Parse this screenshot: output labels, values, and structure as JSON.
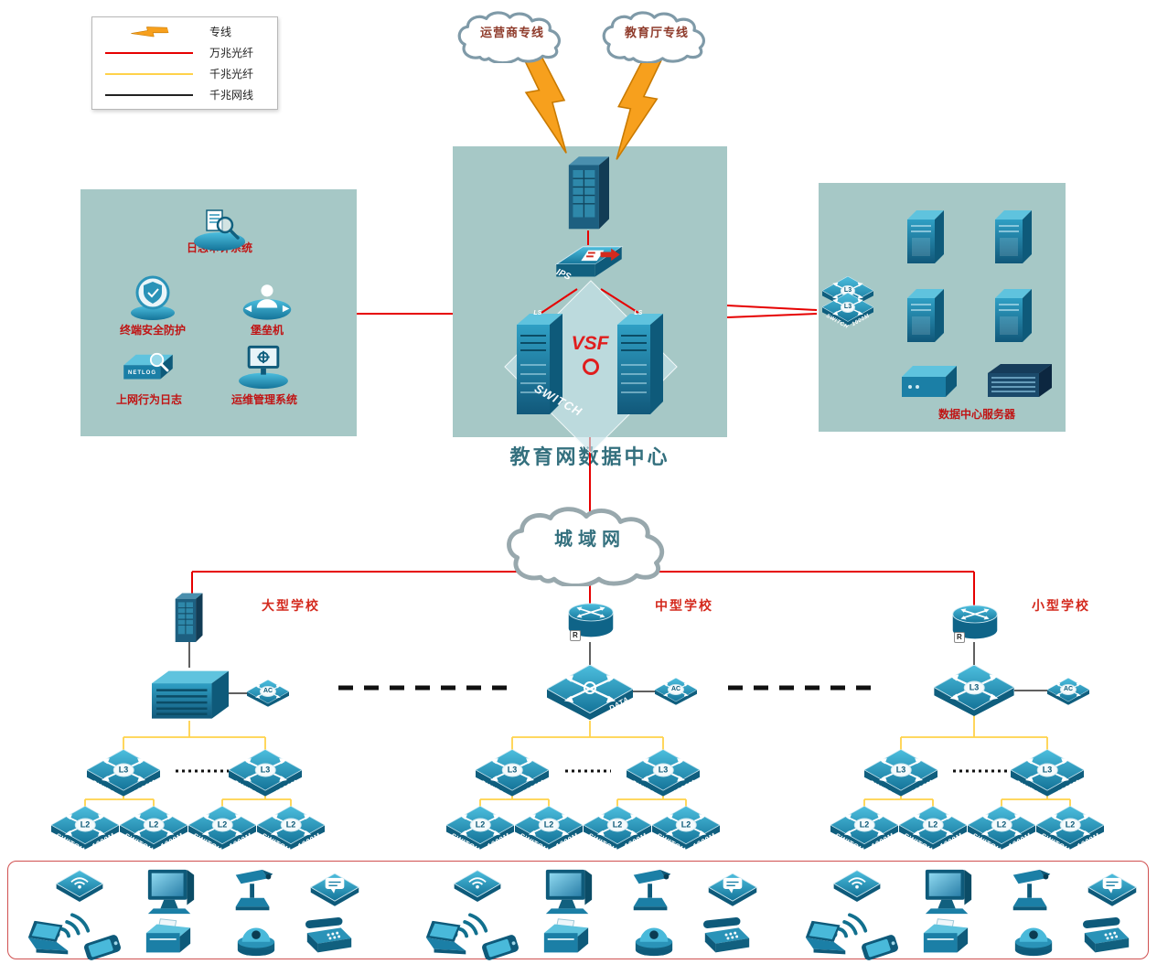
{
  "legend": {
    "items": [
      {
        "label": "专线",
        "type": "lightning"
      },
      {
        "label": "万兆光纤",
        "color": "#e60000"
      },
      {
        "label": "千兆光纤",
        "color": "#ffd24a"
      },
      {
        "label": "千兆网线",
        "color": "#222222"
      }
    ]
  },
  "clouds": {
    "isp": "运营商专线",
    "edu": "教育厅专线",
    "man": "城域网"
  },
  "datacenter": {
    "title": "教育网数据中心",
    "vsf": "VSF",
    "switch": "SWITCH",
    "ips": "IPS",
    "ls": "LS"
  },
  "security_zone": {
    "items": [
      "日志审计系统",
      "终端安全防护",
      "堡垒机",
      "上网行为日志",
      "运维管理系统"
    ],
    "netlog": "NETLOG"
  },
  "server_zone": {
    "title": "数据中心服务器"
  },
  "schools": [
    {
      "name": "大型学校"
    },
    {
      "name": "中型学校"
    },
    {
      "name": "小型学校"
    }
  ],
  "labels": {
    "switch": "SWITCH",
    "speed": "1000M",
    "l3": "L3",
    "l2": "L2",
    "ac": "AC",
    "data": "DATA",
    "center": "CENTER",
    "r": "R"
  },
  "colors": {
    "zone_bg": "#a6c8c6",
    "device_teal": "#1b7fa6",
    "line_10g": "#e60000",
    "line_1g_fiber": "#ffd24a",
    "line_1g_copper": "#222222",
    "dedicated_bolt": "#f7a01d",
    "label_red": "#c01414",
    "title_teal": "#34707e"
  }
}
